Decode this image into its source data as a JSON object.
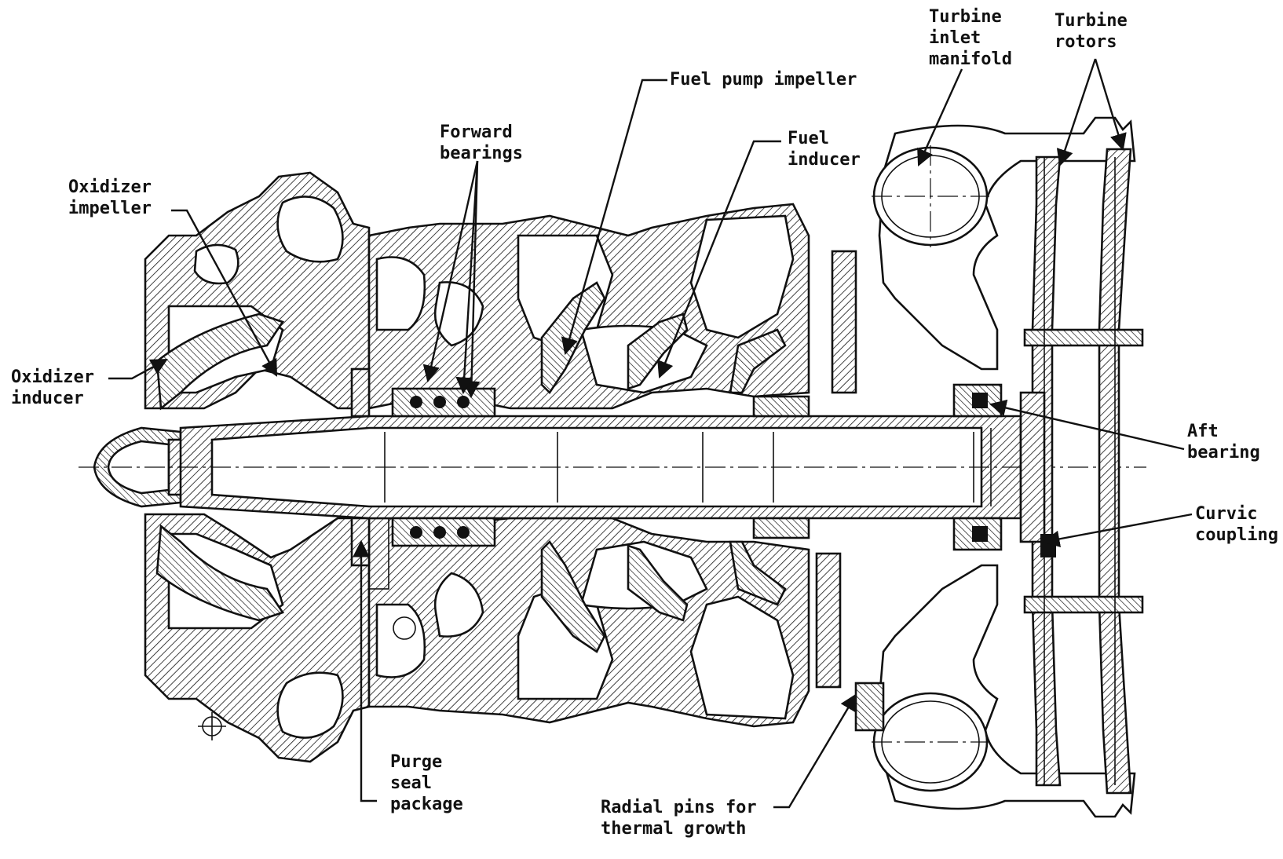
{
  "diagram": {
    "labels": {
      "turbine_inlet_manifold": [
        "Turbine",
        "inlet",
        "manifold"
      ],
      "turbine_rotors": [
        "Turbine",
        "rotors"
      ],
      "fuel_pump_impeller": [
        "Fuel pump impeller"
      ],
      "forward_bearings": [
        "Forward",
        "bearings"
      ],
      "fuel_inducer": [
        "Fuel",
        "inducer"
      ],
      "oxidizer_impeller": [
        "Oxidizer",
        "impeller"
      ],
      "oxidizer_inducer": [
        "Oxidizer",
        "inducer"
      ],
      "aft_bearing": [
        "Aft",
        "bearing"
      ],
      "curvic_coupling": [
        "Curvic",
        "coupling"
      ],
      "purge_seal_package": [
        "Purge",
        "seal",
        "package"
      ],
      "radial_pins": [
        "Radial pins for",
        "thermal growth"
      ]
    }
  }
}
